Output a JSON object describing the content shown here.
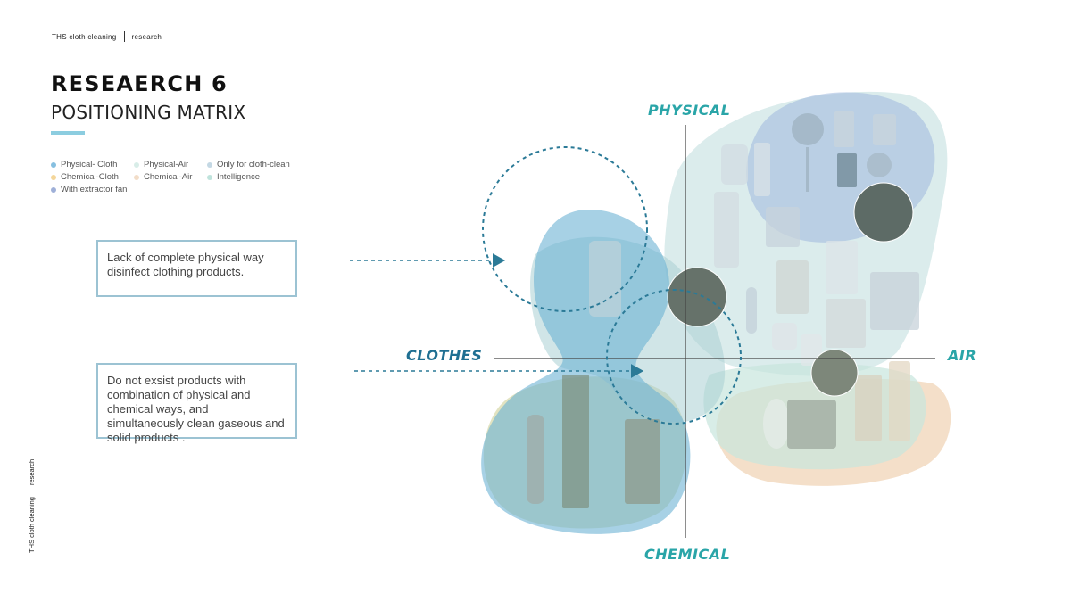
{
  "header": {
    "project": "THS cloth cleaning",
    "section": "research"
  },
  "title": "RESEAERCH 6",
  "subtitle": "POSITIONING MATRIX",
  "legend": [
    {
      "label": "Physical- Cloth",
      "color": "#86bfe0"
    },
    {
      "label": "Physical-Air",
      "color": "#d8ede8"
    },
    {
      "label": "Only for cloth-clean",
      "color": "#c4d8e4"
    },
    {
      "label": "Chemical-Cloth",
      "color": "#f4d69a"
    },
    {
      "label": "Chemical-Air",
      "color": "#f2ddc8"
    },
    {
      "label": "Intelligence",
      "color": "#bfe3dc"
    },
    {
      "label": "With extractor fan",
      "color": "#9fb0d8"
    }
  ],
  "callouts": [
    "Lack of complete physical way disinfect clothing products.",
    "Do not exsist products with combination of physical and chemical ways, and simultaneously clean gaseous and solid products ."
  ],
  "axes": {
    "top": "PHYSICAL",
    "bottom": "CHEMICAL",
    "left": "CLOTHES",
    "right": "AIR"
  },
  "products": [
    {
      "name": "desk-fan-icon"
    },
    {
      "name": "air-purifier-icon"
    },
    {
      "name": "dehumidifier-icon"
    },
    {
      "name": "clothes-sterilizer-cabinet-icon"
    },
    {
      "name": "bladeless-fan-icon"
    },
    {
      "name": "clothes-steamer-icon"
    }
  ],
  "side_footer": {
    "project": "THS cloth cleaning",
    "section": "research"
  }
}
